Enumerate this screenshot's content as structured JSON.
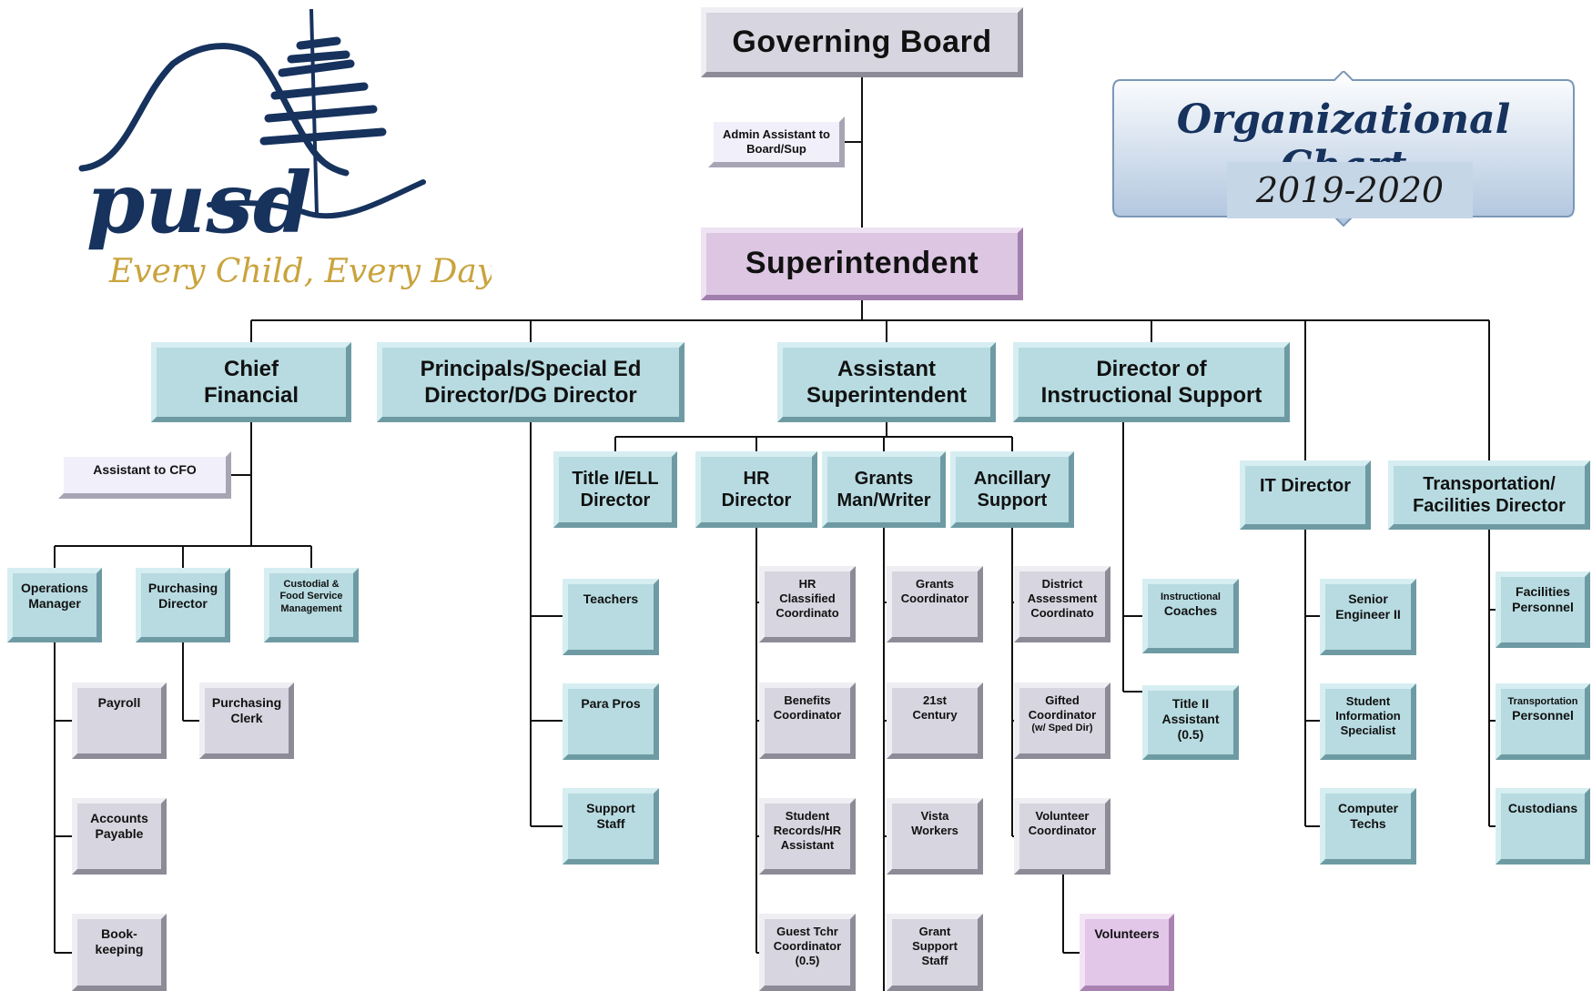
{
  "banner": {
    "title": "Organizational Chart",
    "year": "2019-2020"
  },
  "logo": {
    "wordmark": "pusd",
    "tagline": "Every Child, Every Day"
  },
  "colors": {
    "navy": "#16325d",
    "gold": "#c9a33d",
    "blue_box": "#b7dbe1",
    "gray_box": "#d7d5df",
    "purple_box": "#dcc6e2"
  },
  "board": {
    "governing_board": "Governing Board",
    "admin_assistant": [
      "Admin Assistant to",
      "Board/Sup"
    ]
  },
  "superintendent": "Superintendent",
  "chief_financial": {
    "title": [
      "Chief",
      "Financial"
    ],
    "assistant": "Assistant to CFO",
    "operations_manager": [
      "Operations",
      "Manager"
    ],
    "purchasing_director": [
      "Purchasing",
      "Director"
    ],
    "custodial": [
      "Custodial &",
      "Food Service",
      "Management"
    ],
    "payroll": "Payroll",
    "accounts_payable": [
      "Accounts",
      "Payable"
    ],
    "bookkeeping": [
      "Book-",
      "keeping"
    ],
    "purchasing_clerk": [
      "Purchasing",
      "Clerk"
    ]
  },
  "principals": {
    "title": [
      "Principals/Special Ed",
      "Director/DG Director"
    ],
    "teachers": "Teachers",
    "para_pros": "Para Pros",
    "support_staff": [
      "Support",
      "Staff"
    ]
  },
  "assistant_superintendent": {
    "title": [
      "Assistant",
      "Superintendent"
    ],
    "title_ell": [
      "Title I/ELL",
      "Director"
    ],
    "hr_director": [
      "HR",
      "Director"
    ],
    "grants": [
      "Grants",
      "Man/Writer"
    ],
    "ancillary": [
      "Ancillary",
      "Support"
    ],
    "hr_classified": [
      "HR",
      "Classified",
      "Coordinato"
    ],
    "benefits": [
      "Benefits",
      "Coordinator"
    ],
    "student_records": [
      "Student",
      "Records/HR",
      "Assistant"
    ],
    "guest_teacher": [
      "Guest Tchr",
      "Coordinator",
      "(0.5)"
    ],
    "grants_coordinator": [
      "Grants",
      "Coordinator"
    ],
    "twenty_first": "21st",
    "twenty_first_line2": "Century",
    "vista": [
      "Vista",
      "Workers"
    ],
    "grant_support": [
      "Grant",
      "Support",
      "Staff"
    ],
    "district_assessment": [
      "District",
      "Assessment",
      "Coordinato"
    ],
    "gifted": [
      "Gifted",
      "Coordinator",
      "(w/ Sped Dir)"
    ],
    "volunteer_coordinator": [
      "Volunteer",
      "Coordinator"
    ],
    "volunteers": "Volunteers"
  },
  "instructional_support": {
    "title": [
      "Director of",
      "Instructional Support"
    ],
    "coaches": [
      "Instructional",
      "Coaches"
    ],
    "title_ii": [
      "Title II",
      "Assistant",
      "(0.5)"
    ]
  },
  "it": {
    "title": "IT Director",
    "senior_engineer": [
      "Senior",
      "Engineer II"
    ],
    "student_info": [
      "Student",
      "Information",
      "Specialist"
    ],
    "computer_techs": [
      "Computer",
      "Techs"
    ]
  },
  "transportation": {
    "title": [
      "Transportation/",
      "Facilities Director"
    ],
    "facilities_personnel": [
      "Facilities",
      "Personnel"
    ],
    "transportation_personnel": [
      "Transportation",
      "Personnel"
    ],
    "custodians": "Custodians"
  }
}
